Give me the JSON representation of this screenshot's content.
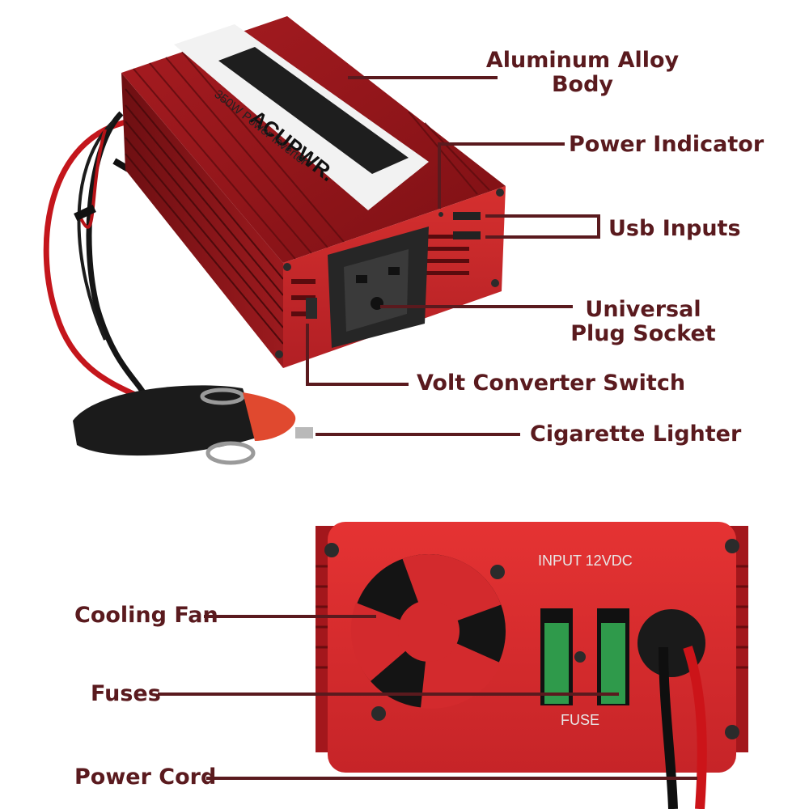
{
  "labels": {
    "aluminum_alloy_body": [
      "Aluminum Alloy",
      "Body"
    ],
    "power_indicator": "Power Indicator",
    "usb_inputs": "Usb Inputs",
    "universal_plug_socket": [
      "Universal",
      "Plug Socket"
    ],
    "volt_converter_switch": "Volt Converter Switch",
    "cigarette_lighter": "Cigarette Lighter",
    "cooling_fan": "Cooling Fan",
    "fuses": "Fuses",
    "power_cord": "Power Cord"
  },
  "product_print": {
    "brand": "ACUPWR.",
    "model": "350W Power Inverter",
    "input_label": "INPUT 12VDC",
    "fuse_label": "FUSE"
  },
  "colors": {
    "label_text": "#5a1a1e",
    "leader_line": "#5a1a1e",
    "body_red": "#c8242a",
    "body_dark": "#8e1518"
  }
}
